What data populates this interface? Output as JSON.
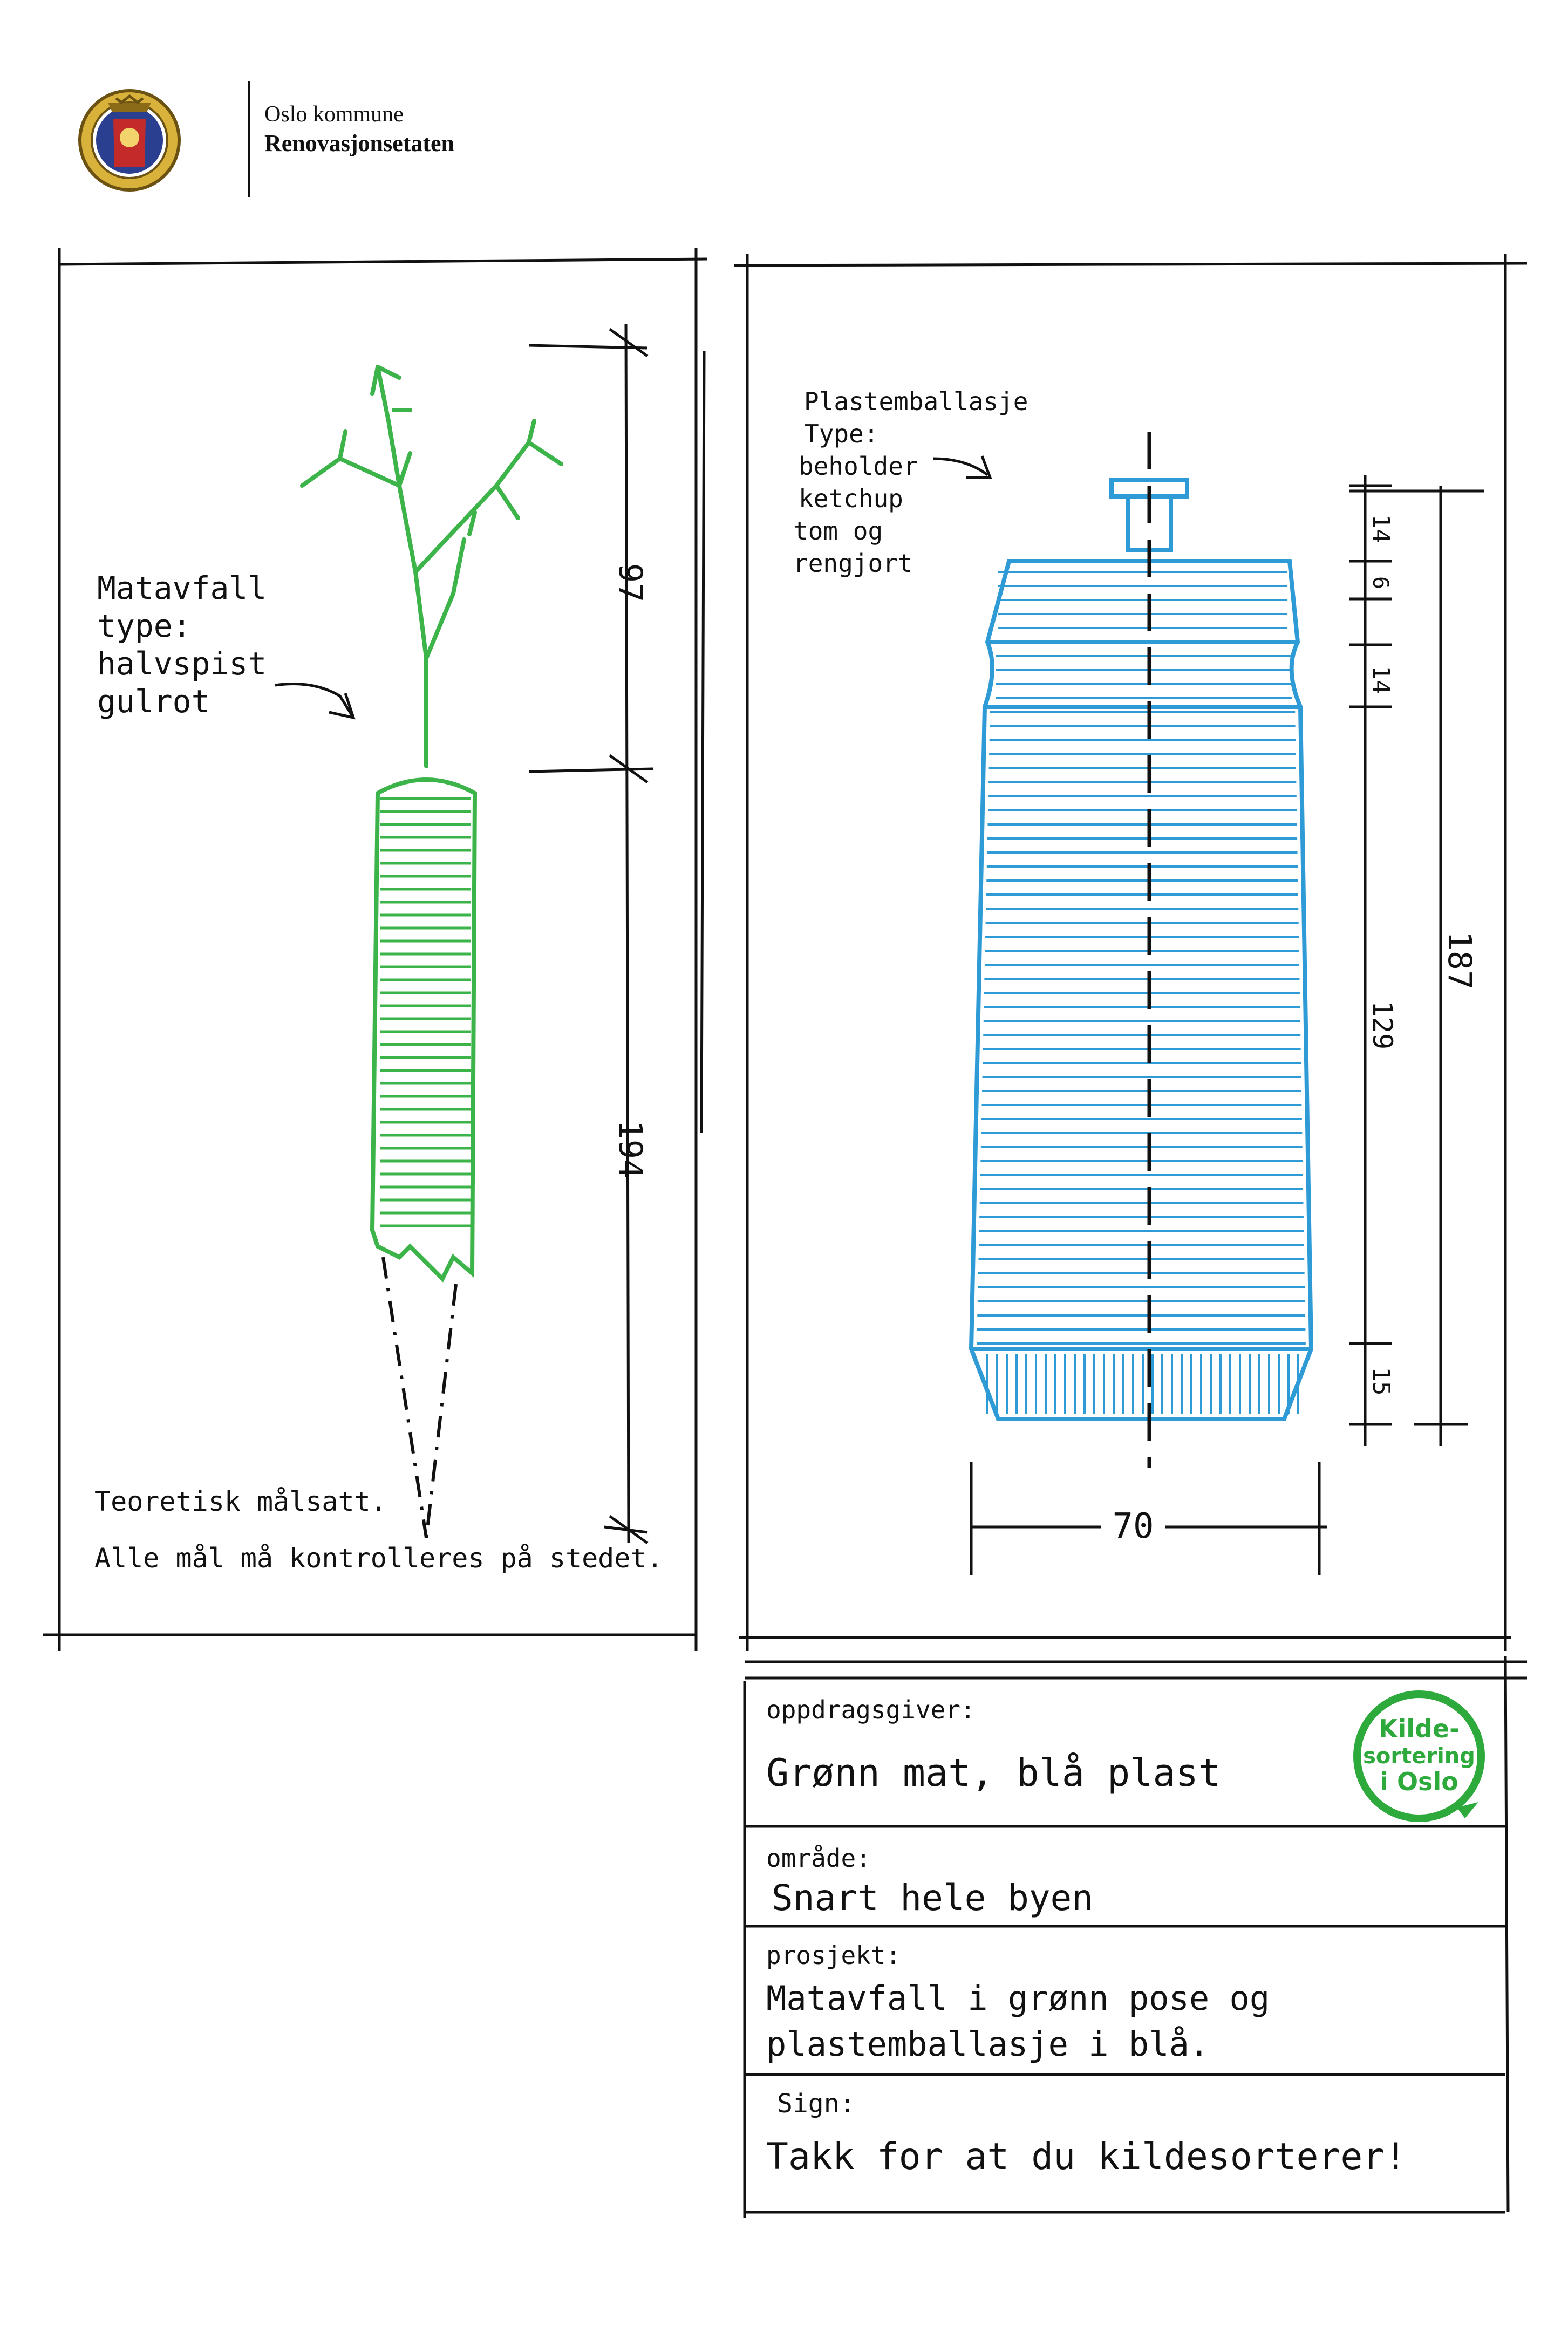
{
  "header": {
    "org_name": "Oslo kommune",
    "org_department": "Renovasjonsetaten",
    "seal_icon": "oslo-city-seal-icon"
  },
  "left_panel": {
    "annotation": [
      "Matavfall",
      "type:",
      "halvspist",
      "gulrot"
    ],
    "dim_top": "97",
    "dim_bottom": "194",
    "note_line1": "Teoretisk målsatt.",
    "note_line2": "Alle mål må kontrolleres på stedet."
  },
  "right_panel": {
    "annotation": [
      "Plastemballasje",
      "Type:",
      "beholder",
      "ketchup",
      "tom og",
      "rengjort"
    ],
    "dim_14a": "14",
    "dim_6": "6",
    "dim_14b": "14",
    "dim_129": "129",
    "dim_15": "15",
    "dim_187": "187",
    "dim_width": "70"
  },
  "title_block": {
    "client_label": "oppdragsgiver:",
    "client_value": "Grønn mat, blå plast",
    "area_label": "område:",
    "area_value": "Snart hele byen",
    "project_label": "prosjekt:",
    "project_value_line1": "Matavfall i grønn pose og",
    "project_value_line2": "plastemballasje i blå.",
    "sign_label": "Sign:",
    "sign_value": "Takk for at du kildesorterer!",
    "logo_line1": "Kilde-",
    "logo_line2": "sortering",
    "logo_line3": "i Oslo"
  },
  "colors": {
    "carrot_green": "#3cb44a",
    "bottle_blue": "#2f9bd6",
    "logo_green": "#2eaa3c",
    "ink": "#111111"
  }
}
